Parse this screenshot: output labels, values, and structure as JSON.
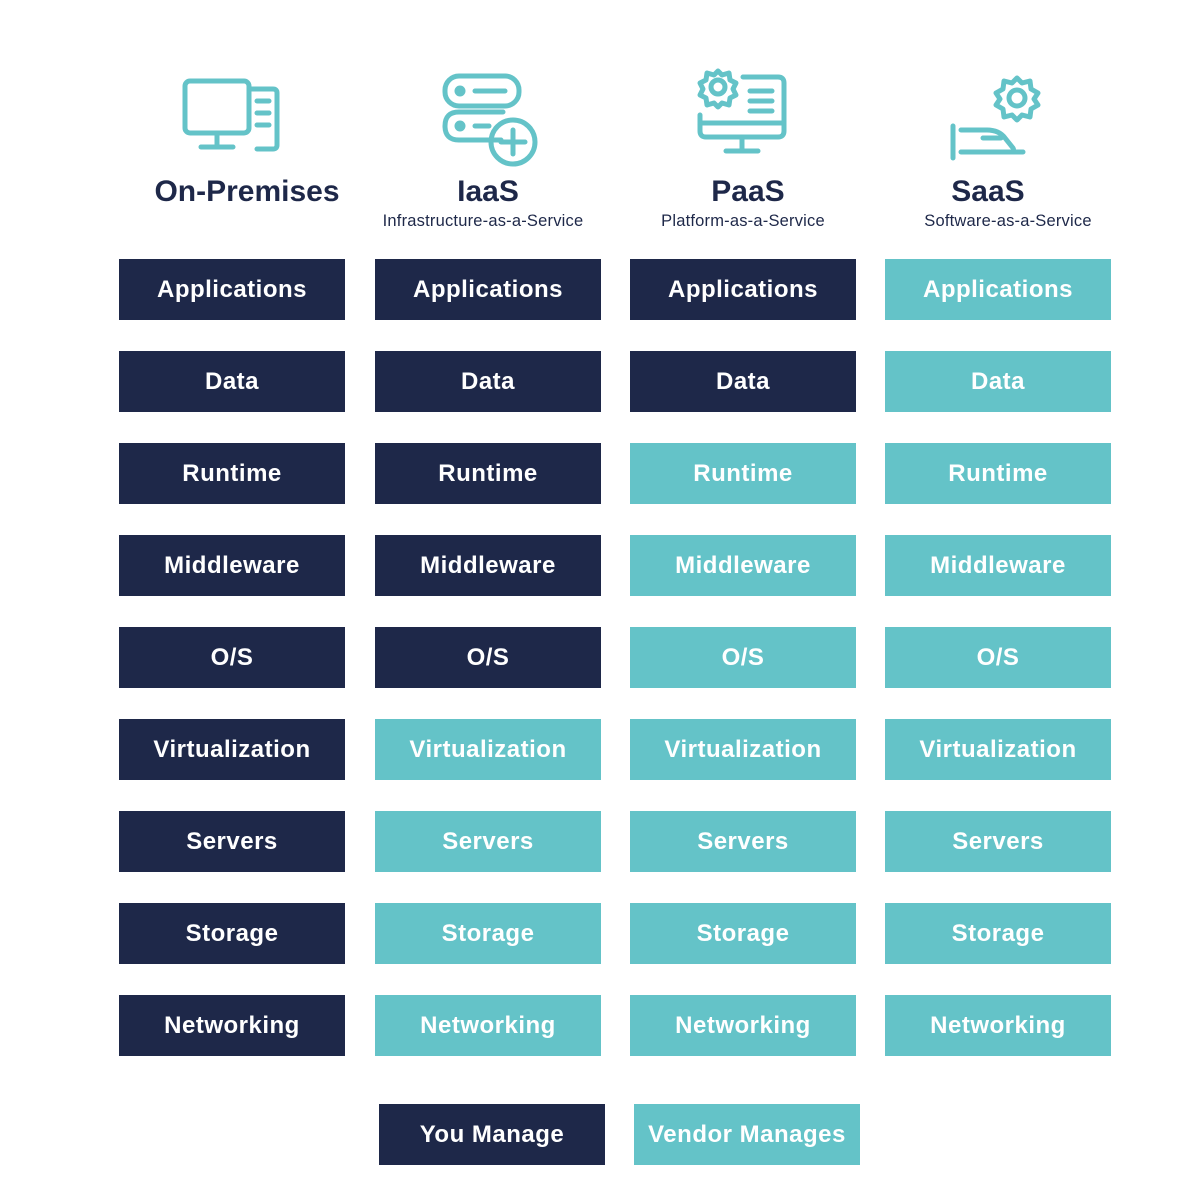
{
  "colors": {
    "you_manage": "#1e2849",
    "vendor_manages": "#64c3c8",
    "title": "#1e2849",
    "icon": "#64c3c8"
  },
  "columns": [
    {
      "title": "On-Premises",
      "subtitle": "",
      "icon": "desktop-tower-icon",
      "cells": [
        {
          "label": "Applications",
          "managed_by": "you"
        },
        {
          "label": "Data",
          "managed_by": "you"
        },
        {
          "label": "Runtime",
          "managed_by": "you"
        },
        {
          "label": "Middleware",
          "managed_by": "you"
        },
        {
          "label": "O/S",
          "managed_by": "you"
        },
        {
          "label": "Virtualization",
          "managed_by": "you"
        },
        {
          "label": "Servers",
          "managed_by": "you"
        },
        {
          "label": "Storage",
          "managed_by": "you"
        },
        {
          "label": "Networking",
          "managed_by": "you"
        }
      ]
    },
    {
      "title": "IaaS",
      "subtitle": "Infrastructure-as-a-Service",
      "icon": "server-add-icon",
      "cells": [
        {
          "label": "Applications",
          "managed_by": "you"
        },
        {
          "label": "Data",
          "managed_by": "you"
        },
        {
          "label": "Runtime",
          "managed_by": "you"
        },
        {
          "label": "Middleware",
          "managed_by": "you"
        },
        {
          "label": "O/S",
          "managed_by": "you"
        },
        {
          "label": "Virtualization",
          "managed_by": "vendor"
        },
        {
          "label": "Servers",
          "managed_by": "vendor"
        },
        {
          "label": "Storage",
          "managed_by": "vendor"
        },
        {
          "label": "Networking",
          "managed_by": "vendor"
        }
      ]
    },
    {
      "title": "PaaS",
      "subtitle": "Platform-as-a-Service",
      "icon": "gear-monitor-icon",
      "cells": [
        {
          "label": "Applications",
          "managed_by": "you"
        },
        {
          "label": "Data",
          "managed_by": "you"
        },
        {
          "label": "Runtime",
          "managed_by": "vendor"
        },
        {
          "label": "Middleware",
          "managed_by": "vendor"
        },
        {
          "label": "O/S",
          "managed_by": "vendor"
        },
        {
          "label": "Virtualization",
          "managed_by": "vendor"
        },
        {
          "label": "Servers",
          "managed_by": "vendor"
        },
        {
          "label": "Storage",
          "managed_by": "vendor"
        },
        {
          "label": "Networking",
          "managed_by": "vendor"
        }
      ]
    },
    {
      "title": "SaaS",
      "subtitle": "Software-as-a-Service",
      "icon": "gear-hand-icon",
      "cells": [
        {
          "label": "Applications",
          "managed_by": "vendor"
        },
        {
          "label": "Data",
          "managed_by": "vendor"
        },
        {
          "label": "Runtime",
          "managed_by": "vendor"
        },
        {
          "label": "Middleware",
          "managed_by": "vendor"
        },
        {
          "label": "O/S",
          "managed_by": "vendor"
        },
        {
          "label": "Virtualization",
          "managed_by": "vendor"
        },
        {
          "label": "Servers",
          "managed_by": "vendor"
        },
        {
          "label": "Storage",
          "managed_by": "vendor"
        },
        {
          "label": "Networking",
          "managed_by": "vendor"
        }
      ]
    }
  ],
  "legend": {
    "you_manage": "You Manage",
    "vendor_manages": "Vendor Manages"
  }
}
